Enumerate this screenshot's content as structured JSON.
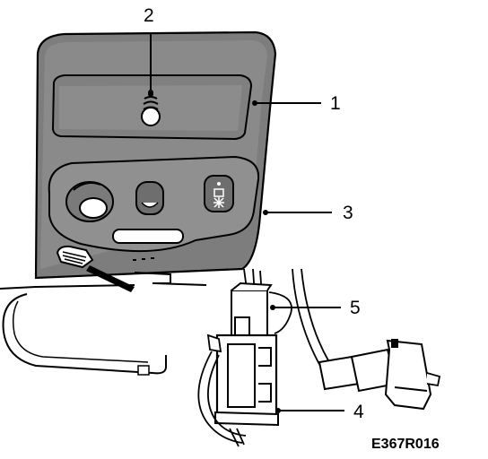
{
  "diagram": {
    "callouts": [
      {
        "id": "1",
        "label": "1"
      },
      {
        "id": "2",
        "label": "2"
      },
      {
        "id": "3",
        "label": "3"
      },
      {
        "id": "4",
        "label": "4"
      },
      {
        "id": "5",
        "label": "5"
      }
    ],
    "figure_code": "E367R016",
    "colors": {
      "ink": "#000000",
      "panel": "#7a7a7a",
      "panel_light": "#a8a8a8",
      "background": "#ffffff"
    }
  }
}
